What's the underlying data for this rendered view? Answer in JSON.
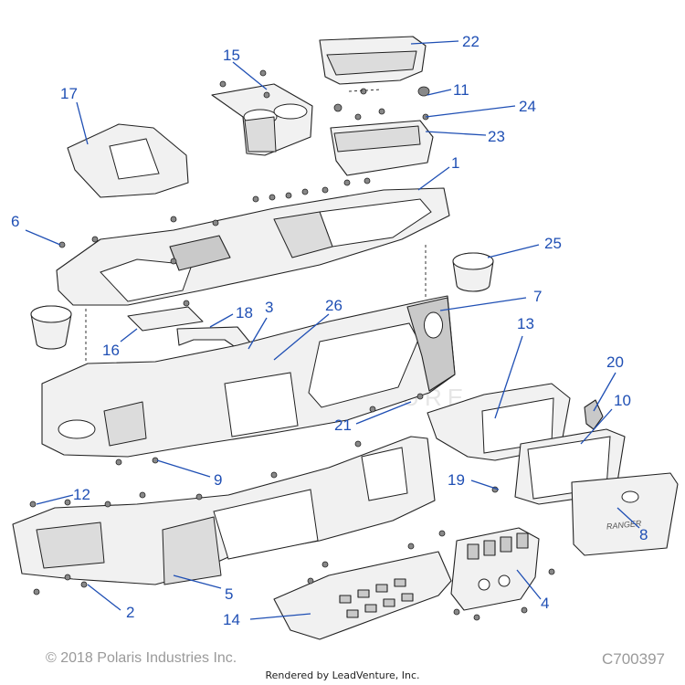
{
  "diagram": {
    "callouts": [
      {
        "id": "c1",
        "label": "1"
      },
      {
        "id": "c2",
        "label": "2"
      },
      {
        "id": "c3",
        "label": "3"
      },
      {
        "id": "c4",
        "label": "4"
      },
      {
        "id": "c5",
        "label": "5"
      },
      {
        "id": "c6",
        "label": "6"
      },
      {
        "id": "c7",
        "label": "7"
      },
      {
        "id": "c8",
        "label": "8"
      },
      {
        "id": "c9",
        "label": "9"
      },
      {
        "id": "c10",
        "label": "10"
      },
      {
        "id": "c11",
        "label": "11"
      },
      {
        "id": "c12",
        "label": "12"
      },
      {
        "id": "c13",
        "label": "13"
      },
      {
        "id": "c14",
        "label": "14"
      },
      {
        "id": "c15",
        "label": "15"
      },
      {
        "id": "c16",
        "label": "16"
      },
      {
        "id": "c17",
        "label": "17"
      },
      {
        "id": "c18",
        "label": "18"
      },
      {
        "id": "c19",
        "label": "19"
      },
      {
        "id": "c20",
        "label": "20"
      },
      {
        "id": "c21",
        "label": "21"
      },
      {
        "id": "c22",
        "label": "22"
      },
      {
        "id": "c23",
        "label": "23"
      },
      {
        "id": "c24",
        "label": "24"
      },
      {
        "id": "c25",
        "label": "25"
      },
      {
        "id": "c26",
        "label": "26"
      }
    ],
    "watermark": "LEADVENTURE",
    "glovebox_logo": "RANGER",
    "callout_color": "#1f4fb4"
  },
  "footer": {
    "copyright": "© 2018 Polaris Industries Inc.",
    "drawing_code": "C700397",
    "rendered_by": "Rendered by LeadVenture, Inc."
  }
}
